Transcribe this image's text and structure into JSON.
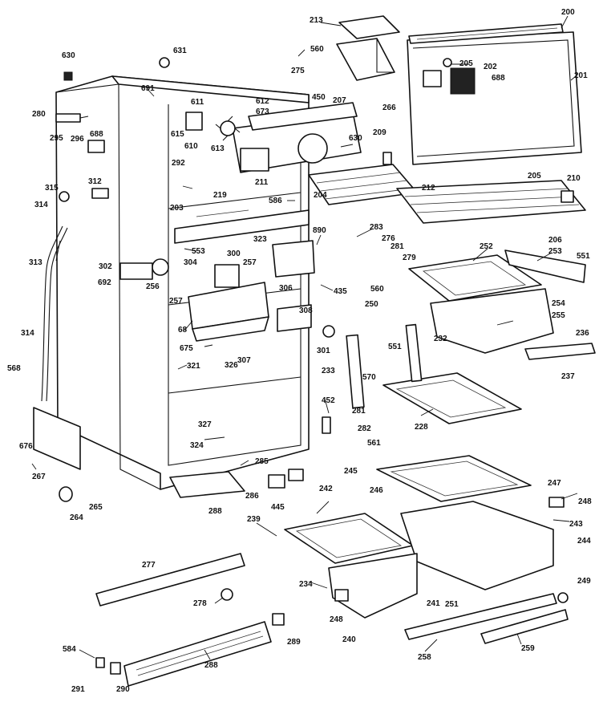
{
  "labels": [
    "213",
    "200",
    "630",
    "631",
    "560",
    "205",
    "202",
    "688",
    "201",
    "275",
    "266",
    "450",
    "691",
    "611",
    "612",
    "673",
    "280",
    "207",
    "688",
    "615",
    "610",
    "613",
    "295",
    "296",
    "630",
    "209",
    "292",
    "211",
    "212",
    "205",
    "210",
    "206",
    "586",
    "204",
    "203",
    "219",
    "315",
    "312",
    "314",
    "553",
    "890",
    "283",
    "276",
    "281",
    "252",
    "253",
    "551",
    "323",
    "313",
    "302",
    "304",
    "300",
    "257",
    "692",
    "256",
    "306",
    "435",
    "279",
    "560",
    "250",
    "254",
    "255",
    "236",
    "68",
    "257",
    "308",
    "675",
    "307",
    "301",
    "551",
    "232",
    "237",
    "314",
    "568",
    "321",
    "326",
    "233",
    "570",
    "327",
    "228",
    "281",
    "452",
    "282",
    "561",
    "324",
    "676",
    "285",
    "245",
    "247",
    "248",
    "267",
    "286",
    "445",
    "246",
    "265",
    "264",
    "288",
    "242",
    "239",
    "243",
    "244",
    "277",
    "234",
    "278",
    "241",
    "251",
    "249",
    "240",
    "248",
    "584",
    "288",
    "289",
    "258",
    "259",
    "291",
    "290"
  ]
}
